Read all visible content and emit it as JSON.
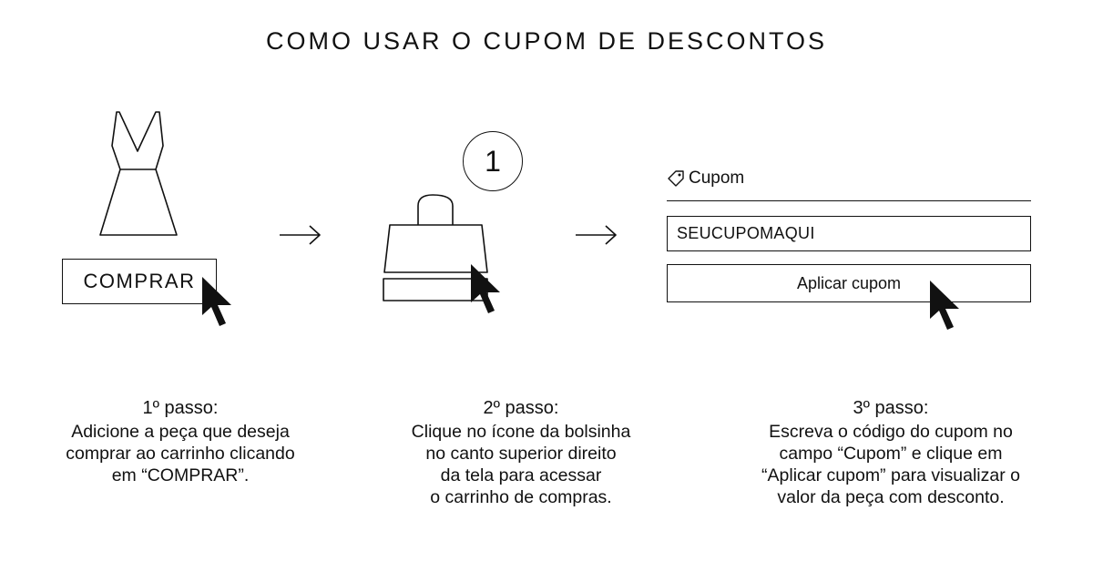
{
  "title": "COMO USAR O CUPOM DE DESCONTOS",
  "steps": [
    {
      "heading": "1º passo:",
      "lines": [
        "Adicione a peça que deseja",
        "comprar ao carrinho clicando",
        "em “COMPRAR”."
      ]
    },
    {
      "heading": "2º passo:",
      "lines": [
        "Clique no ícone da bolsinha",
        "no canto superior direito",
        "da tela para acessar",
        "o carrinho de compras."
      ]
    },
    {
      "heading": "3º passo:",
      "lines": [
        "Escreva o código do cupom no",
        "campo “Cupom” e clique em",
        "“Aplicar cupom” para visualizar o",
        "valor da peça com desconto."
      ]
    }
  ],
  "illustration": {
    "buy_button_label": "COMPRAR",
    "cart_badge_count": "1",
    "coupon_label": "Cupom",
    "coupon_value": "SEUCUPOMAQUI",
    "apply_button_label": "Aplicar cupom"
  },
  "icons": {
    "dress": "dress-icon",
    "bag": "shopping-bag-icon",
    "tag": "tag-icon",
    "arrow": "arrow-right-icon",
    "cursor": "mouse-pointer-icon"
  }
}
